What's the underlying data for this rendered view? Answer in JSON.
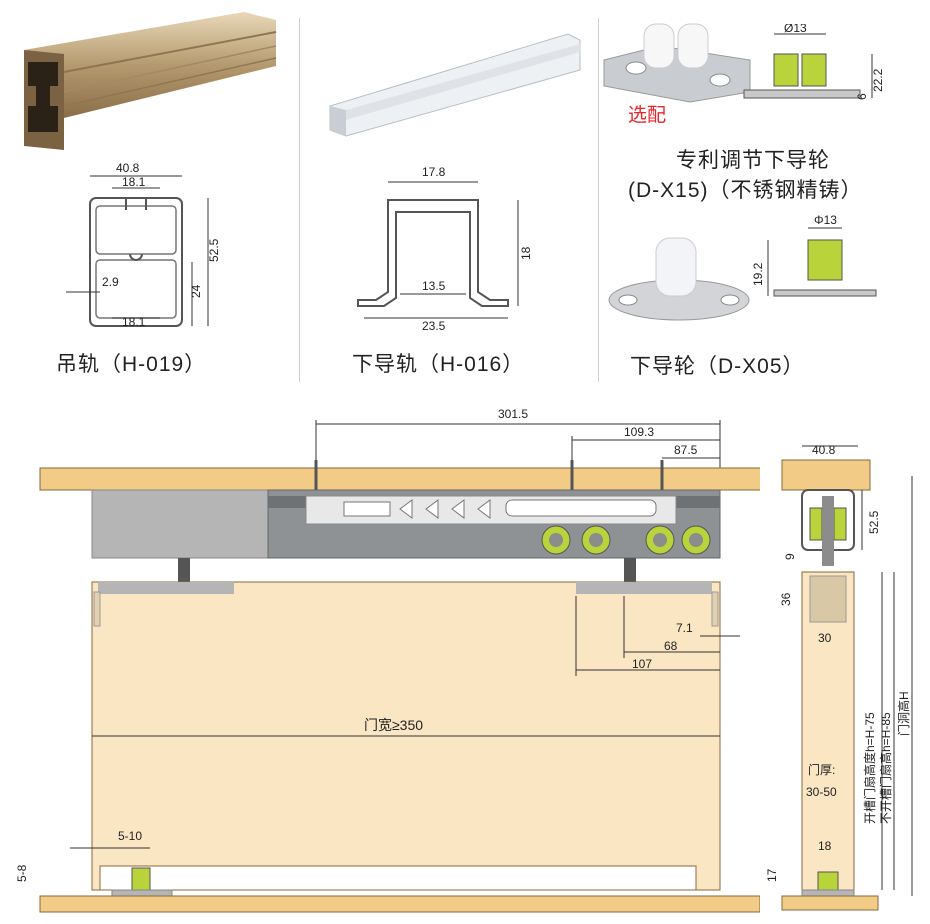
{
  "top_row": {
    "rail": {
      "caption": "吊轨（H-019）",
      "dims": {
        "w_outer": "40.8",
        "w_slot_top": "18.1",
        "h_total": "52.5",
        "h_lower": "24",
        "gap": "2.9",
        "w_slot_bottom": "18.1"
      }
    },
    "lower_track": {
      "caption": "下导轨（H-016）",
      "dims": {
        "w_top": "17.8",
        "h": "18",
        "w_inner": "13.5",
        "w_base": "23.5"
      }
    },
    "guide_x15": {
      "optional_label": "选配",
      "caption_line1": "专利调节下导轮",
      "caption_line2": "(D-X15)（不锈钢精铸）",
      "dims": {
        "dia": "Ø13",
        "h": "22.2",
        "base": "6"
      }
    },
    "guide_x05": {
      "caption": "下导轮（D-X05）",
      "dims": {
        "dia": "Φ13",
        "h": "19.2"
      }
    }
  },
  "front_view": {
    "dims": {
      "d1": "301.5",
      "d2": "109.3",
      "d3": "87.5",
      "d4": "7.1",
      "d5": "68",
      "d6": "107",
      "door_width": "门宽≥350",
      "gap_5_10": "5-10",
      "gap_5_8": "5-8"
    }
  },
  "side_view": {
    "dims": {
      "rail_w": "40.8",
      "rail_h": "52.5",
      "d9": "9",
      "d36": "36",
      "d30": "30",
      "d18": "18",
      "d17": "17",
      "thickness_label": "门厚:",
      "thickness_value": "30-50",
      "h_grooved": "开槽门扇高度h=H-75",
      "h_ungrooved": "不开槽门扇高h=H-85",
      "opening_h": "门洞高H"
    }
  },
  "colors": {
    "wood": "#fbe6c4",
    "wood_beam": "#f2cb86",
    "wheel": "#b9d33a",
    "metal": "#b5b5b5"
  }
}
